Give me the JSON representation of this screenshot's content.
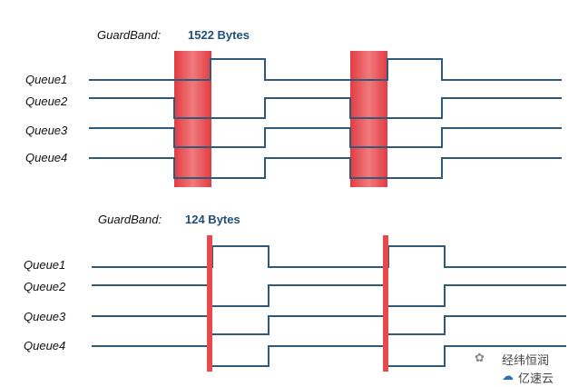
{
  "colors": {
    "wave": "#2f5a7a",
    "guard_band": "#e8494d",
    "value_text": "#1f4e79"
  },
  "panels": [
    {
      "guard_label": "GuardBand:",
      "guard_value": "1522 Bytes",
      "queues": [
        "Queue1",
        "Queue2",
        "Queue3",
        "Queue4"
      ]
    },
    {
      "guard_label": "GuardBand:",
      "guard_value": "124 Bytes",
      "queues": [
        "Queue1",
        "Queue2",
        "Queue3",
        "Queue4"
      ]
    }
  ],
  "watermark": {
    "icon": "wechat-icon",
    "account": "经纬恒润",
    "brand_icon": "cloud-icon",
    "brand": "亿速云"
  }
}
